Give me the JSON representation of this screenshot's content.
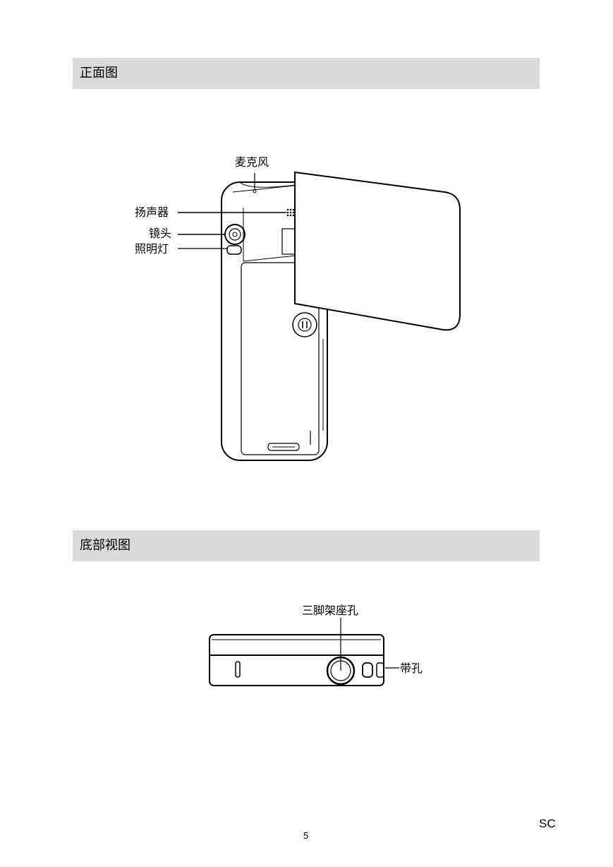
{
  "sections": {
    "front": {
      "title": "正面图"
    },
    "bottom": {
      "title": "底部视图"
    }
  },
  "front_labels": {
    "microphone": "麦克风",
    "speaker": "扬声器",
    "lens": "镜头",
    "light": "照明灯"
  },
  "bottom_labels": {
    "tripod": "三脚架座孔",
    "strap": "带孔"
  },
  "footer": {
    "page_number": "5",
    "lang": "SC"
  }
}
